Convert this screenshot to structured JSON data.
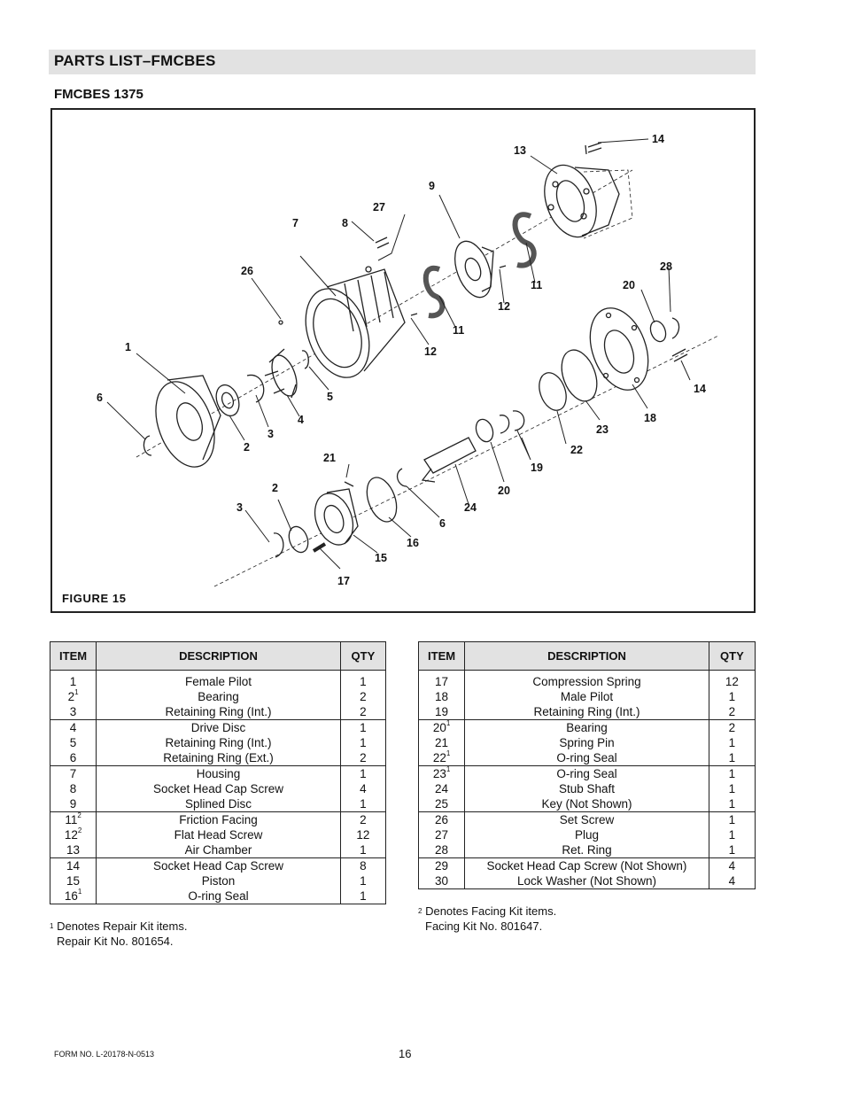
{
  "header": {
    "title": "PARTS LIST–FMCBES",
    "subtitle": "FMCBES 1375"
  },
  "figure": {
    "label": "FIGURE  15",
    "callouts": [
      "14",
      "13",
      "9",
      "27",
      "8",
      "7",
      "26",
      "28",
      "20",
      "11",
      "12",
      "11",
      "12",
      "1",
      "6",
      "5",
      "4",
      "3",
      "2",
      "14",
      "18",
      "23",
      "22",
      "19",
      "21",
      "20",
      "24",
      "6",
      "2",
      "3",
      "16",
      "15",
      "17"
    ]
  },
  "table_left": {
    "headers": {
      "item": "ITEM",
      "description": "DESCRIPTION",
      "qty": "QTY"
    },
    "groups": [
      {
        "item": [
          "1",
          "2",
          "3"
        ],
        "sup": [
          "",
          "1",
          ""
        ],
        "description": [
          "Female Pilot",
          "Bearing",
          "Retaining Ring (Int.)"
        ],
        "qty": [
          "1",
          "2",
          "2"
        ]
      },
      {
        "item": [
          "4",
          "5",
          "6"
        ],
        "sup": [
          "",
          "",
          ""
        ],
        "description": [
          "Drive Disc",
          "Retaining Ring (Int.)",
          "Retaining Ring (Ext.)"
        ],
        "qty": [
          "1",
          "1",
          "2"
        ]
      },
      {
        "item": [
          "7",
          "8",
          "9"
        ],
        "sup": [
          "",
          "",
          ""
        ],
        "description": [
          "Housing",
          "Socket Head Cap Screw",
          "Splined Disc"
        ],
        "qty": [
          "1",
          "4",
          "1"
        ]
      },
      {
        "item": [
          "11",
          "12",
          "13"
        ],
        "sup": [
          "2",
          "2",
          ""
        ],
        "description": [
          "Friction Facing",
          "Flat Head Screw",
          "Air Chamber"
        ],
        "qty": [
          "2",
          "12",
          "1"
        ]
      },
      {
        "item": [
          "14",
          "15",
          "16"
        ],
        "sup": [
          "",
          "",
          "1"
        ],
        "description": [
          "Socket Head Cap Screw",
          "Piston",
          "O-ring Seal"
        ],
        "qty": [
          "8",
          "1",
          "1"
        ]
      }
    ]
  },
  "table_right": {
    "headers": {
      "item": "ITEM",
      "description": "DESCRIPTION",
      "qty": "QTY"
    },
    "groups": [
      {
        "item": [
          "17",
          "18",
          "19"
        ],
        "sup": [
          "",
          "",
          ""
        ],
        "description": [
          "Compression Spring",
          "Male Pilot",
          "Retaining Ring (Int.)"
        ],
        "qty": [
          "12",
          "1",
          "2"
        ]
      },
      {
        "item": [
          "20",
          "21",
          "22"
        ],
        "sup": [
          "1",
          "",
          "1"
        ],
        "description": [
          "Bearing",
          "Spring Pin",
          "O-ring Seal"
        ],
        "qty": [
          "2",
          "1",
          "1"
        ]
      },
      {
        "item": [
          "23",
          "24",
          "25"
        ],
        "sup": [
          "1",
          "",
          ""
        ],
        "description": [
          "O-ring Seal",
          "Stub Shaft",
          "Key (Not Shown)"
        ],
        "qty": [
          "1",
          "1",
          "1"
        ]
      },
      {
        "item": [
          "26",
          "27",
          "28"
        ],
        "sup": [
          "",
          "",
          ""
        ],
        "description": [
          "Set Screw",
          "Plug",
          "Ret. Ring"
        ],
        "qty": [
          "1",
          "1",
          "1"
        ]
      },
      {
        "item": [
          "29",
          "30"
        ],
        "sup": [
          "",
          ""
        ],
        "description": [
          "Socket Head Cap Screw (Not Shown)",
          "Lock Washer (Not Shown)"
        ],
        "qty": [
          "4",
          "4"
        ]
      }
    ]
  },
  "notes": {
    "repair_sup": "1",
    "repair_line1": "Denotes Repair Kit items.",
    "repair_line2": "Repair Kit No. 801654.",
    "facing_sup": "2",
    "facing_line1": "Denotes Facing Kit items.",
    "facing_line2": "Facing Kit No. 801647."
  },
  "footer": {
    "form_no": "FORM NO. L-20178-N-0513",
    "page": "16"
  }
}
